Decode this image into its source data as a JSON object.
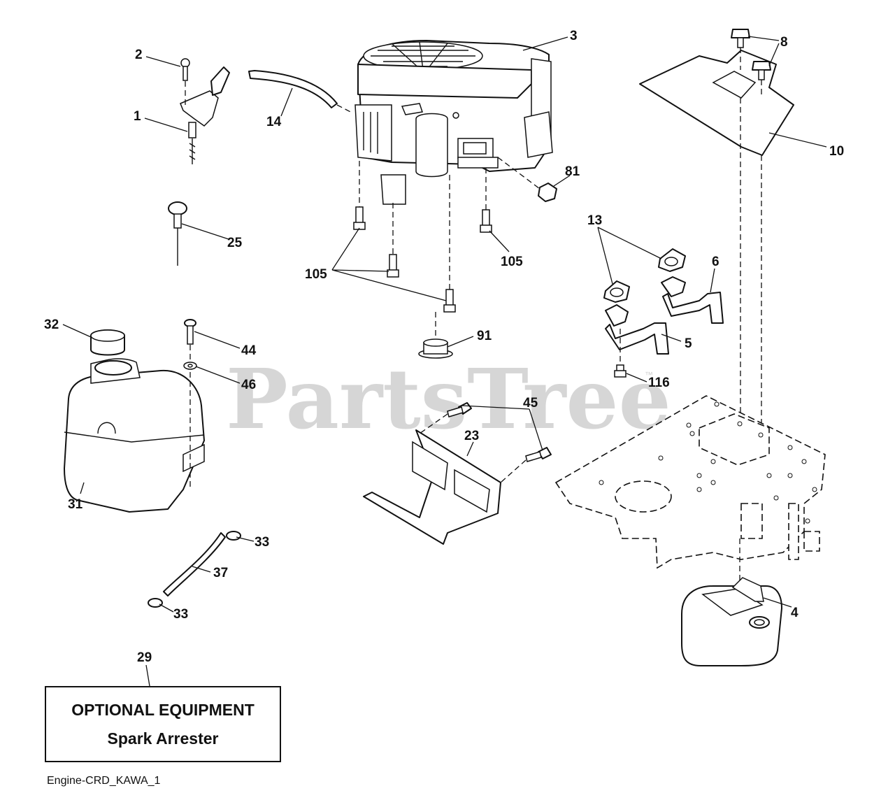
{
  "watermark": {
    "text": "PartsTree",
    "trademark": "™"
  },
  "callouts": {
    "c1": "1",
    "c2": "2",
    "c3": "3",
    "c4": "4",
    "c5": "5",
    "c6": "6",
    "c8": "8",
    "c10": "10",
    "c13": "13",
    "c14": "14",
    "c23": "23",
    "c25": "25",
    "c29": "29",
    "c31": "31",
    "c32": "32",
    "c33a": "33",
    "c33b": "33",
    "c37": "37",
    "c44": "44",
    "c45": "45",
    "c46": "46",
    "c81": "81",
    "c91": "91",
    "c105a": "105",
    "c105b": "105",
    "c116": "116"
  },
  "optional_box": {
    "title": "OPTIONAL EQUIPMENT",
    "subtitle": "Spark Arrester"
  },
  "footer": {
    "code": "Engine-CRD_KAWA_1"
  }
}
